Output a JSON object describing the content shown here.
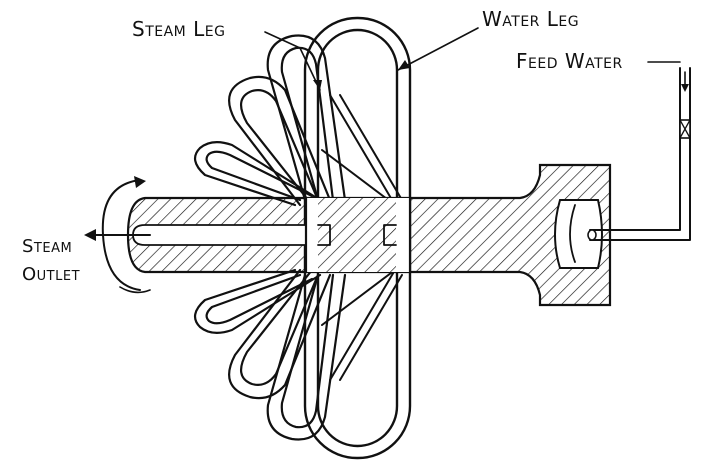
{
  "labels": {
    "steam_leg": "Steam Leg",
    "water_leg": "Water Leg",
    "feed_water": "Feed Water",
    "steam_outlet_line1": "Steam",
    "steam_outlet_line2": "Outlet"
  },
  "colors": {
    "ink": "#111111",
    "paper": "#ffffff"
  }
}
